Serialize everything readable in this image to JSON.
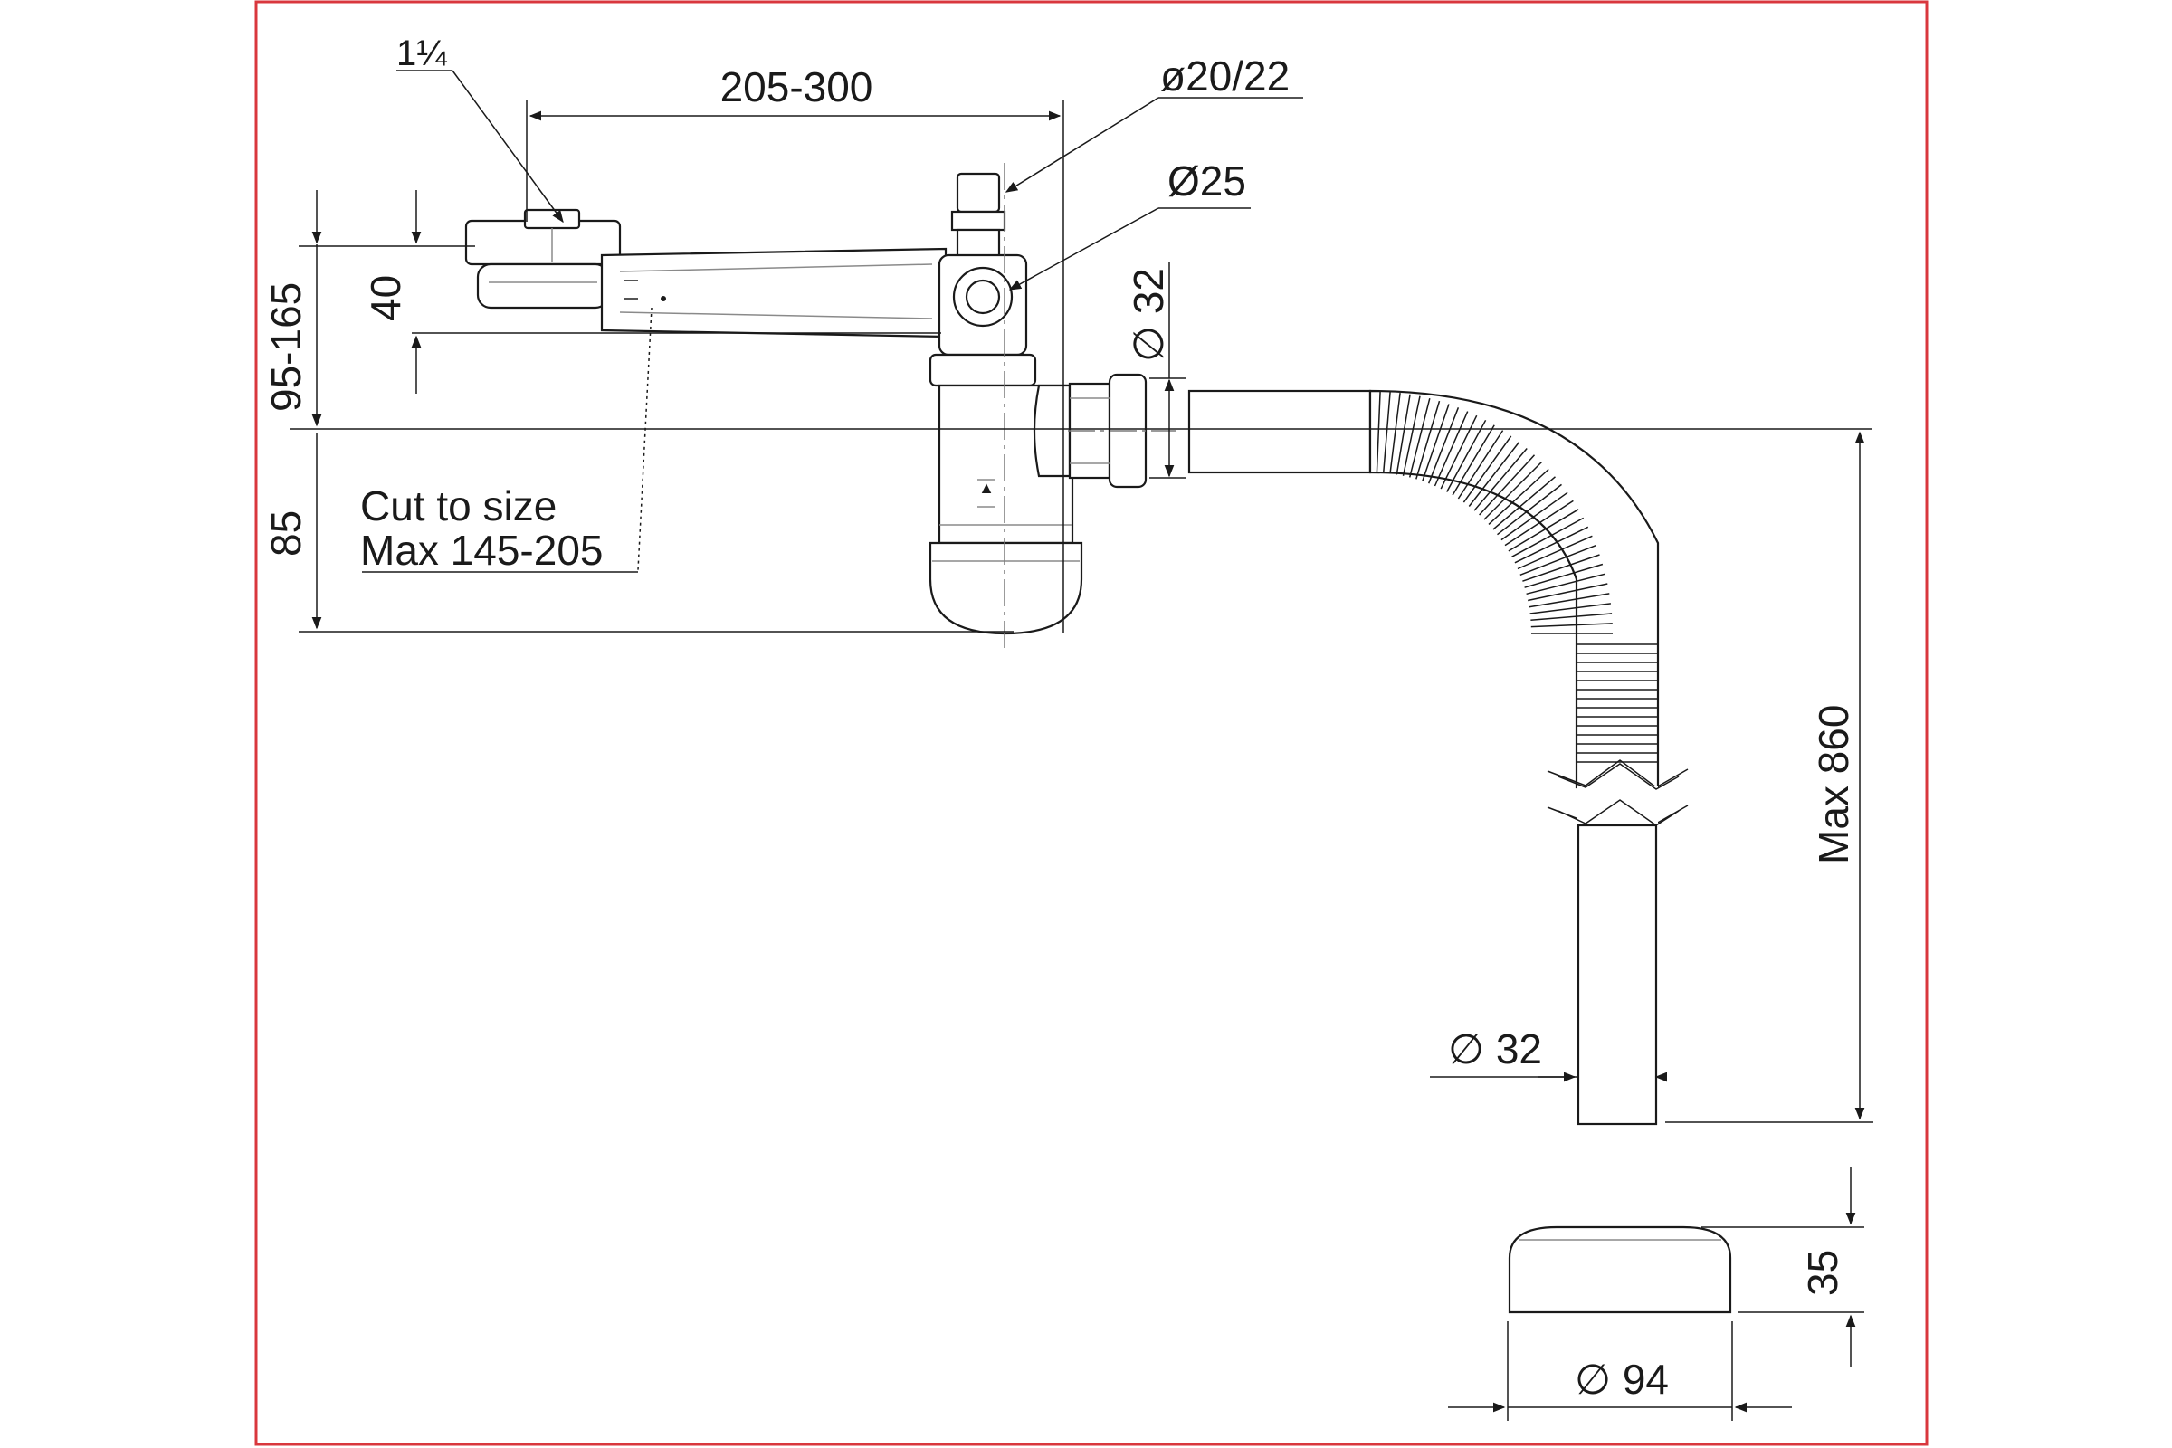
{
  "frame_color": "#d9373d",
  "line_color": "#1a1a1a",
  "dimensions": {
    "inlet_thread": "1¼",
    "horizontal_reach": "205-300",
    "hose_connector": "ø20/22",
    "side_inlet": "Ø25",
    "outlet_diameter_top": "∅ 32",
    "height_range": "95-165",
    "inlet_height": "40",
    "trap_depth": "85",
    "cut_note_line1": "Cut to size",
    "cut_note_line2": "Max 145-205",
    "hose_max_length": "Max 860",
    "outlet_diameter_bottom": "∅ 32",
    "cap_height": "35",
    "cap_diameter": "∅ 94"
  }
}
